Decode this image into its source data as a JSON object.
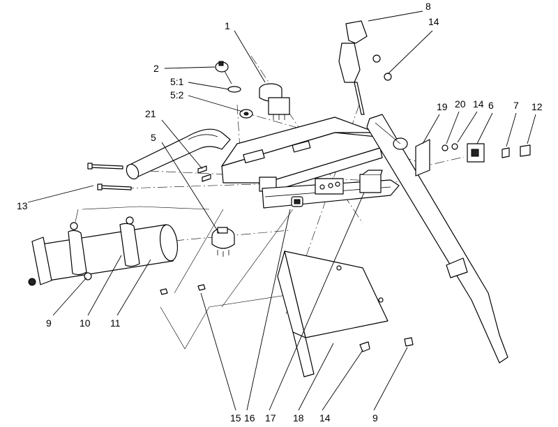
{
  "callouts": {
    "c1": "1",
    "c2": "2",
    "c5_1": "5:1",
    "c5_2": "5:2",
    "c21": "21",
    "c5": "5",
    "c13": "13",
    "c9_left": "9",
    "c10": "10",
    "c11": "11",
    "c8": "8",
    "c14_top": "14",
    "c19": "19",
    "c20": "20",
    "c14_mid": "14",
    "c6": "6",
    "c7": "7",
    "c12": "12",
    "c15": "15",
    "c16": "16",
    "c17": "17",
    "c18": "18",
    "c14_bottom": "14",
    "c9_bottom": "9"
  }
}
